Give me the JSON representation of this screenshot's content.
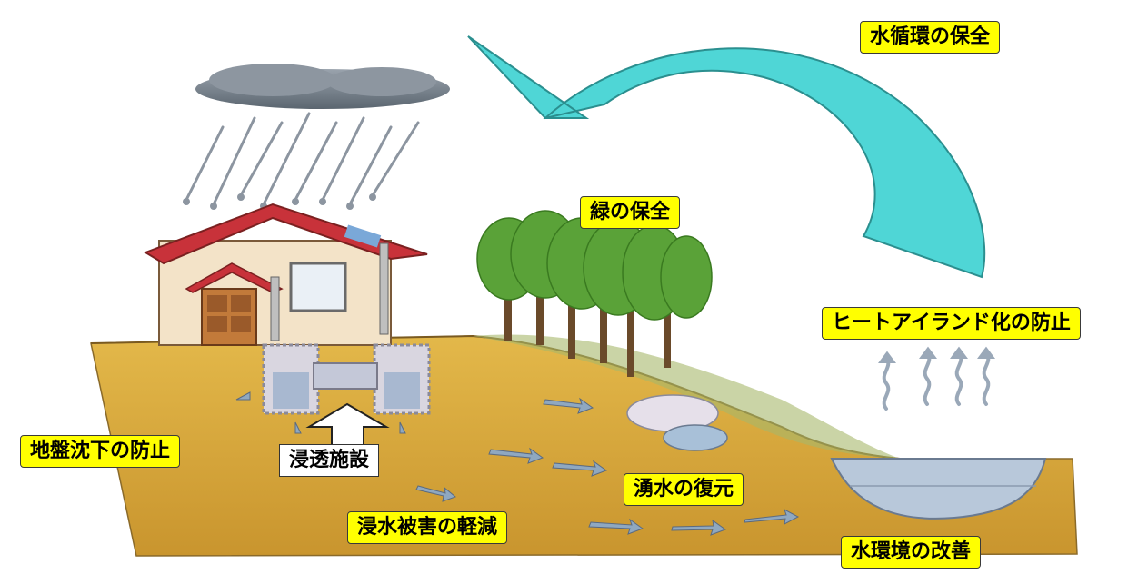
{
  "labels": {
    "water_cycle": "水循環の保全",
    "green": "緑の保全",
    "heat_island": "ヒートアイランド化の防止",
    "subsidence": "地盤沈下の防止",
    "infiltration_facility": "浸透施設",
    "spring_restoration": "湧水の復元",
    "flood_damage": "浸水被害の軽減",
    "water_environment": "水環境の改善"
  },
  "colors": {
    "label_bg": "#ffff00",
    "cycle_arrow": "#4fd6d6",
    "ground": "#d9a93a",
    "roof": "#c8323a",
    "wall": "#f3e3c8",
    "tree": "#5aa238",
    "water": "#b8c8da"
  },
  "icons": [
    "rain-cloud-icon",
    "house-icon",
    "tree-group-icon",
    "heat-wave-icon",
    "pond-icon",
    "up-arrow-icon"
  ]
}
